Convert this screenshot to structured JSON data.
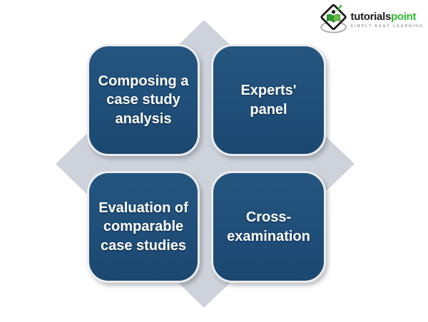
{
  "page": {
    "background_color": "#ffffff"
  },
  "logo": {
    "brand_text_dark": "tutorials",
    "brand_text_green": "point",
    "tagline": "SIMPLY EASY LEARNING",
    "colors": {
      "brand_dark": "#1c1c1c",
      "brand_green": "#2eb82e",
      "tagline_gray": "#9b9b9b"
    }
  },
  "diagram": {
    "type": "matrix",
    "diamond_color": "#ced2da",
    "box_fill": "#1f4e79",
    "box_border": "#ecedef",
    "text_color": "#ffffff",
    "boxes": [
      {
        "id": "top-left",
        "label": "Composing a\ncase study\nanalysis"
      },
      {
        "id": "top-right",
        "label": "Experts'\npanel"
      },
      {
        "id": "bottom-left",
        "label": "Evaluation of\ncomparable\ncase studies"
      },
      {
        "id": "bottom-right",
        "label": "Cross-\nexamination"
      }
    ]
  }
}
